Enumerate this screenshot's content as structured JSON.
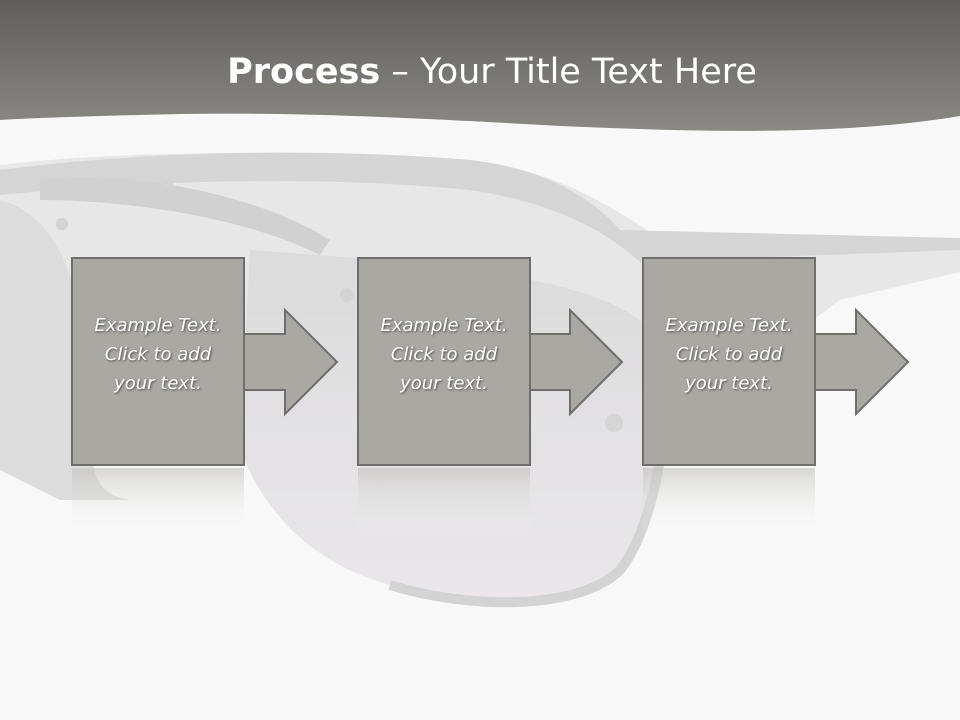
{
  "title": {
    "bold": "Process",
    "dash": " – ",
    "rest": "Your Title Text Here"
  },
  "colors": {
    "header": "#727270",
    "box_fill": "#a9a8a3",
    "box_border": "#6e6e6c"
  },
  "steps": [
    {
      "lines": [
        "Example Text.",
        "Click  to add",
        "your text."
      ]
    },
    {
      "lines": [
        "Example Text.",
        "Click  to add",
        "your text."
      ]
    },
    {
      "lines": [
        "Example Text.",
        "Click  to add",
        "your text."
      ]
    }
  ]
}
